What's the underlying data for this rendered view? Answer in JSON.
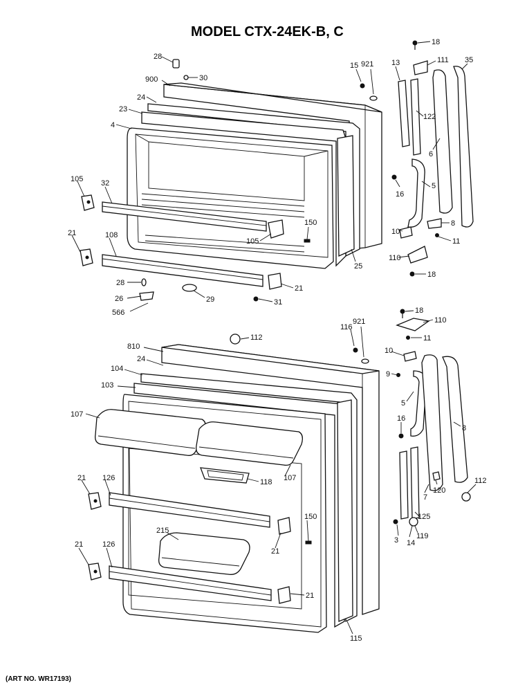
{
  "title": "MODEL CTX-24EK-B, C",
  "art_no": "(ART NO. WR17193)",
  "freezer_labels": {
    "l28": "28",
    "l30": "30",
    "l900": "900",
    "l24": "24",
    "l23": "23",
    "l4": "4",
    "l105a": "105",
    "l32": "32",
    "l21a": "21",
    "l108": "108",
    "l105b": "105",
    "l150": "150",
    "l28b": "28",
    "l26": "26",
    "l566": "566",
    "l29": "29",
    "l31": "31",
    "l21b": "21",
    "l25": "25",
    "l15": "15",
    "l921": "921",
    "l13": "13",
    "l18a": "18",
    "l111": "111",
    "l35": "35",
    "l122": "122",
    "l6": "6",
    "l16": "16",
    "l5": "5",
    "l10": "10",
    "l8": "8",
    "l11": "11",
    "l110": "110",
    "l18b": "18"
  },
  "fresh_labels": {
    "l18": "18",
    "l110": "110",
    "l11": "11",
    "l116": "116",
    "l921": "921",
    "l112a": "112",
    "l810": "810",
    "l24": "24",
    "l104": "104",
    "l103": "103",
    "l107a": "107",
    "l10": "10",
    "l9": "9",
    "l5": "5",
    "l8": "8",
    "l16": "16",
    "l107b": "107",
    "l118": "118",
    "l21a": "21",
    "l126a": "126",
    "l150": "150",
    "l215": "215",
    "l21b": "21",
    "l21c": "21",
    "l126b": "126",
    "l21d": "21",
    "l120": "120",
    "l7": "7",
    "l112b": "112",
    "l125": "125",
    "l119": "119",
    "l3": "3",
    "l14": "14",
    "l115": "115"
  }
}
